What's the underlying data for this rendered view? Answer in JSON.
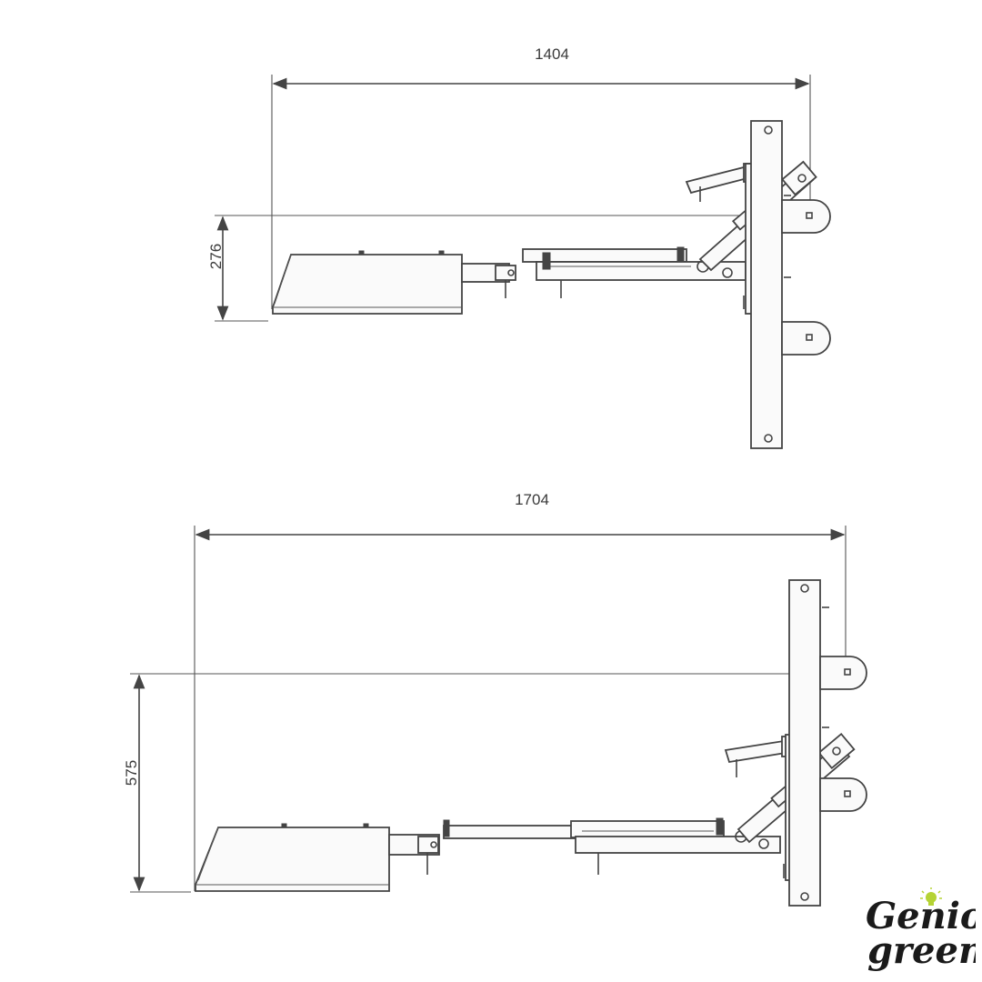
{
  "drawing_top": {
    "width_dim": "1404",
    "height_dim": "276"
  },
  "drawing_bottom": {
    "width_dim": "1704",
    "height_dim": "575"
  },
  "logo": {
    "line1": "Genio",
    "line2": "green",
    "accent_color": "#b5d334"
  },
  "colors": {
    "line": "#444444"
  }
}
